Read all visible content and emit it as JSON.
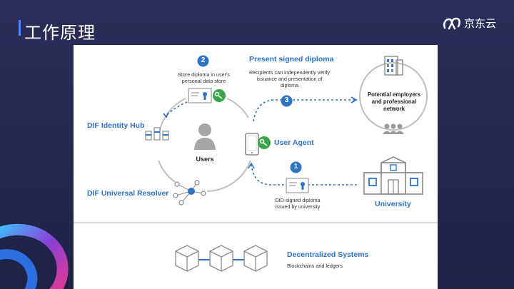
{
  "slide": {
    "title": "工作原理",
    "logo_text": "京东云"
  },
  "diagram": {
    "users_label": "Users",
    "step1_number": "1",
    "step2_number": "2",
    "step3_number": "3",
    "store_caption": "Store diploma in user's personal data store",
    "present_title": "Present signed diploma",
    "present_caption": "Recipients can independently verify issuance and presentation of diploma",
    "employers_label": "Potential employers and professional network",
    "user_agent_label": "User Agent",
    "identity_hub_label": "DIF Identity Hub",
    "resolver_label": "DIF Universal Resolver",
    "signed_caption": "DID-signed diploma issued by university",
    "university_label": "University",
    "decentralized_title": "Decentralized Systems",
    "decentralized_caption": "Blockchains and ledgers",
    "colors": {
      "accent_blue": "#2f73c4",
      "key_green": "#3aa64a",
      "slide_bg": "#24284e"
    }
  }
}
